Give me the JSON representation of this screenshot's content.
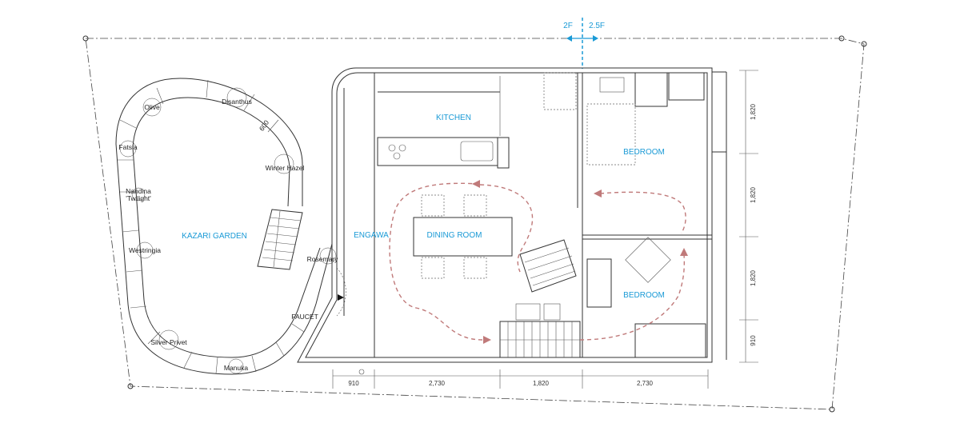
{
  "level_marker": {
    "left": "2F",
    "right": "2.5F",
    "color": "#1a9ad6"
  },
  "rooms": {
    "kitchen": "KITCHEN",
    "bedroom_upper": "BEDROOM",
    "engawa": "ENGAWA",
    "dining": "DINING ROOM",
    "bedroom_lower": "BEDROOM",
    "garden": "KAZARI GARDEN"
  },
  "plants": {
    "olive": "Olive",
    "disanthus": "Disanthus",
    "fatsia": "Fatsia",
    "winter_hazel": "Winter Hazel",
    "nandina_1": "Nandina",
    "nandina_2": "'Twilight'",
    "westringia": "Westringia",
    "rosemary": "Rosemary",
    "silver_privet": "Silver Privet",
    "manuka": "Manuka"
  },
  "annotations": {
    "path_width": "600",
    "faucet": "FAUCET"
  },
  "dimensions": {
    "bottom": [
      "910",
      "2,730",
      "1,820",
      "2,730"
    ],
    "right": [
      "1,820",
      "1,820",
      "1,820",
      "910"
    ]
  },
  "colors": {
    "label": "#1a9ad6",
    "circulation": "#c07a7a"
  }
}
